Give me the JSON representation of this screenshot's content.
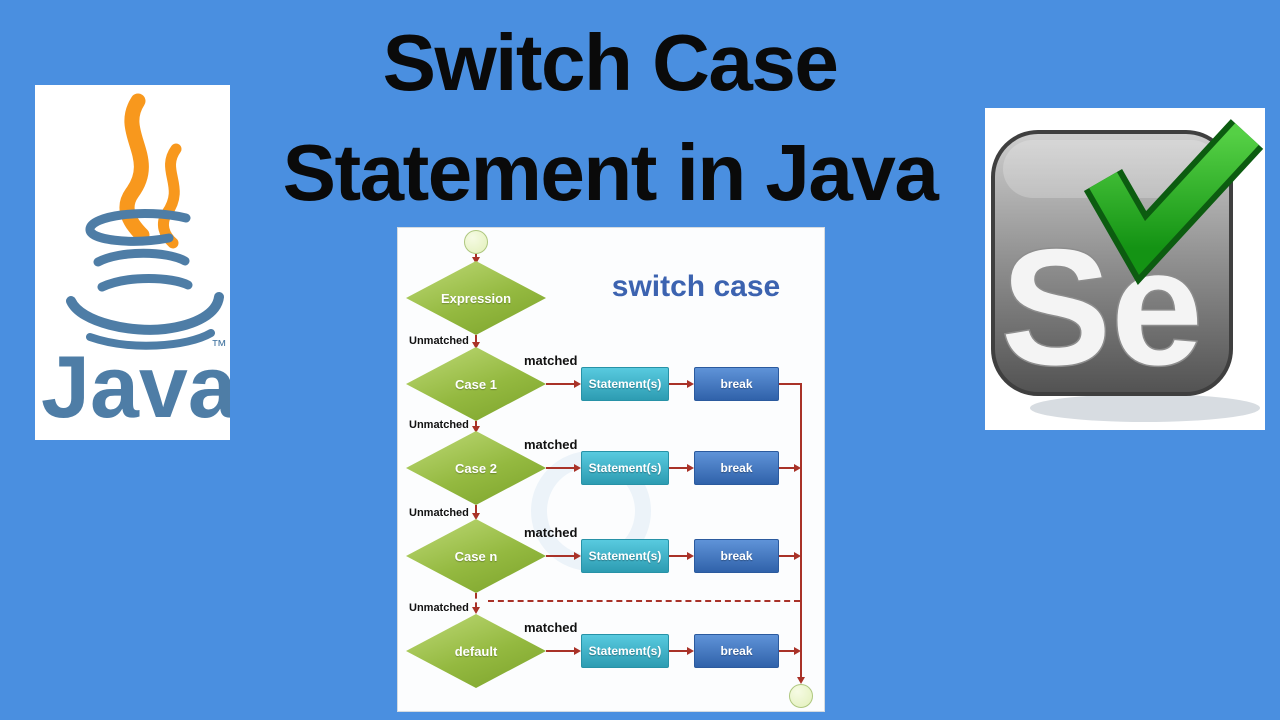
{
  "title": {
    "line1": "Switch Case",
    "line2": "Statement in Java"
  },
  "java_logo": {
    "wordmark": "Java",
    "trademark": "™"
  },
  "selenium_logo": {
    "wordmark": "Se"
  },
  "flowchart": {
    "heading": "switch case",
    "expression_label": "Expression",
    "labels": {
      "matched": "matched",
      "unmatched": "Unmatched"
    },
    "rows": [
      {
        "case": "Case 1",
        "statement": "Statement(s)",
        "break": "break"
      },
      {
        "case": "Case 2",
        "statement": "Statement(s)",
        "break": "break"
      },
      {
        "case": "Case n",
        "statement": "Statement(s)",
        "break": "break"
      },
      {
        "case": "default",
        "statement": "Statement(s)",
        "break": "break"
      }
    ]
  },
  "colors": {
    "background": "#4a8fe0",
    "title_text": "#0a0a0a",
    "flowchart_heading": "#3c63b0",
    "diamond_green": "#94b940",
    "statement_teal": "#35aec4",
    "break_blue": "#3a72c0",
    "connector_red": "#a93228",
    "java_steam_orange": "#f8981d",
    "java_blue": "#4e7da6",
    "selenium_badge_grey": "#8a8a8a",
    "selenium_check_green": "#2ca02c"
  }
}
